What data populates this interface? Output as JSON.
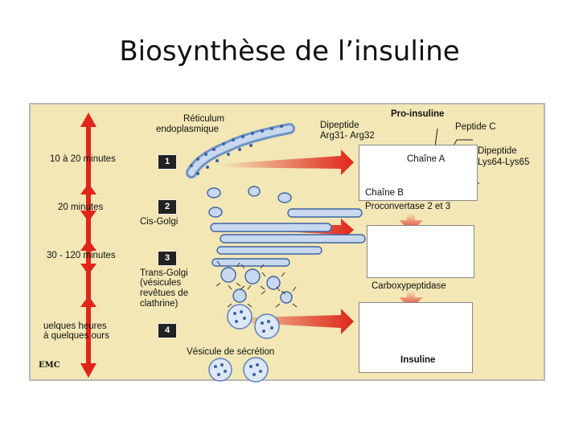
{
  "slide": {
    "title": "Biosynthèse de l’insuline"
  },
  "times": [
    "10 à 20 minutes",
    "20 minutes",
    "30 - 120 minutes",
    "uelques heures",
    "à quelques ours"
  ],
  "steps": [
    "1",
    "2",
    "3",
    "4"
  ],
  "organelles": {
    "re": [
      "Réticulum",
      "endoplasmique"
    ],
    "cis": "Cis-Golgi",
    "trans": [
      "Trans-Golgi",
      "(vésicules",
      "revêtues de",
      "clathrine)"
    ],
    "vesicle": "Vésicule de sécrétion"
  },
  "molecule": {
    "proinsulin": "Pro-insuline",
    "dipeptide1": [
      "Dipeptide",
      "Arg31- Arg32"
    ],
    "peptide_c": "Peptide C",
    "dipeptide2": [
      "Dipeptide",
      "Lys64-Lys65"
    ],
    "chain_a": "Chaîne  A",
    "chain_b": "Chaîne  B",
    "enzyme1": "Proconvertase 2 et 3",
    "enzyme2": "Carboxypeptidase",
    "insulin": "Insuline"
  },
  "logo": "EMC",
  "colors": {
    "orange": "#f08a1e",
    "red": "#e0251b",
    "blue": "#1f4fa0",
    "green": "#2a9a3c",
    "panel": "#f2e7b5"
  }
}
